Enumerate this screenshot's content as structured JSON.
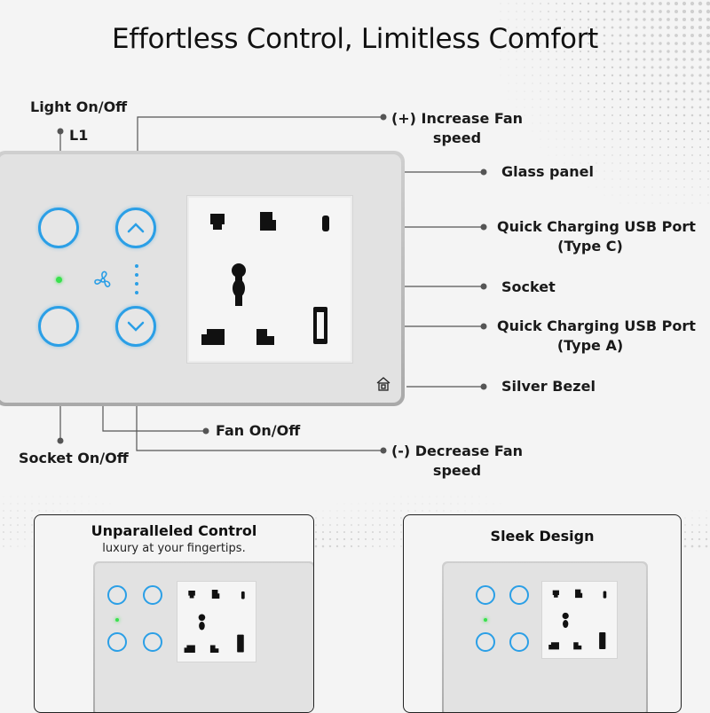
{
  "title": "Effortless Control, Limitless Comfort",
  "labels": {
    "light": "Light On/Off",
    "l1": "L1",
    "increase_fan_1": "(+) Increase Fan",
    "increase_fan_2": "speed",
    "glass_panel": "Glass panel",
    "usb_c_1": "Quick Charging USB Port",
    "usb_c_2": "(Type C)",
    "socket": "Socket",
    "usb_a_1": "Quick Charging USB Port",
    "usb_a_2": "(Type A)",
    "silver_bezel": "Silver Bezel",
    "fan_onoff": "Fan On/Off",
    "decrease_fan_1": "(-) Decrease Fan",
    "decrease_fan_2": "speed",
    "socket_onoff": "Socket On/Off"
  },
  "cards": [
    {
      "title": "Unparalleled Control",
      "subtitle": "luxury at your fingertips."
    },
    {
      "title": "Sleek Design"
    }
  ],
  "colors": {
    "touch_ring": "#2b9fe6",
    "led": "#39e14d",
    "panel": "#e2e2e2",
    "bezel": "#b0b0b0"
  },
  "icons": [
    "fan-icon",
    "chevron-up-icon",
    "chevron-down-icon",
    "smart-home-icon"
  ]
}
